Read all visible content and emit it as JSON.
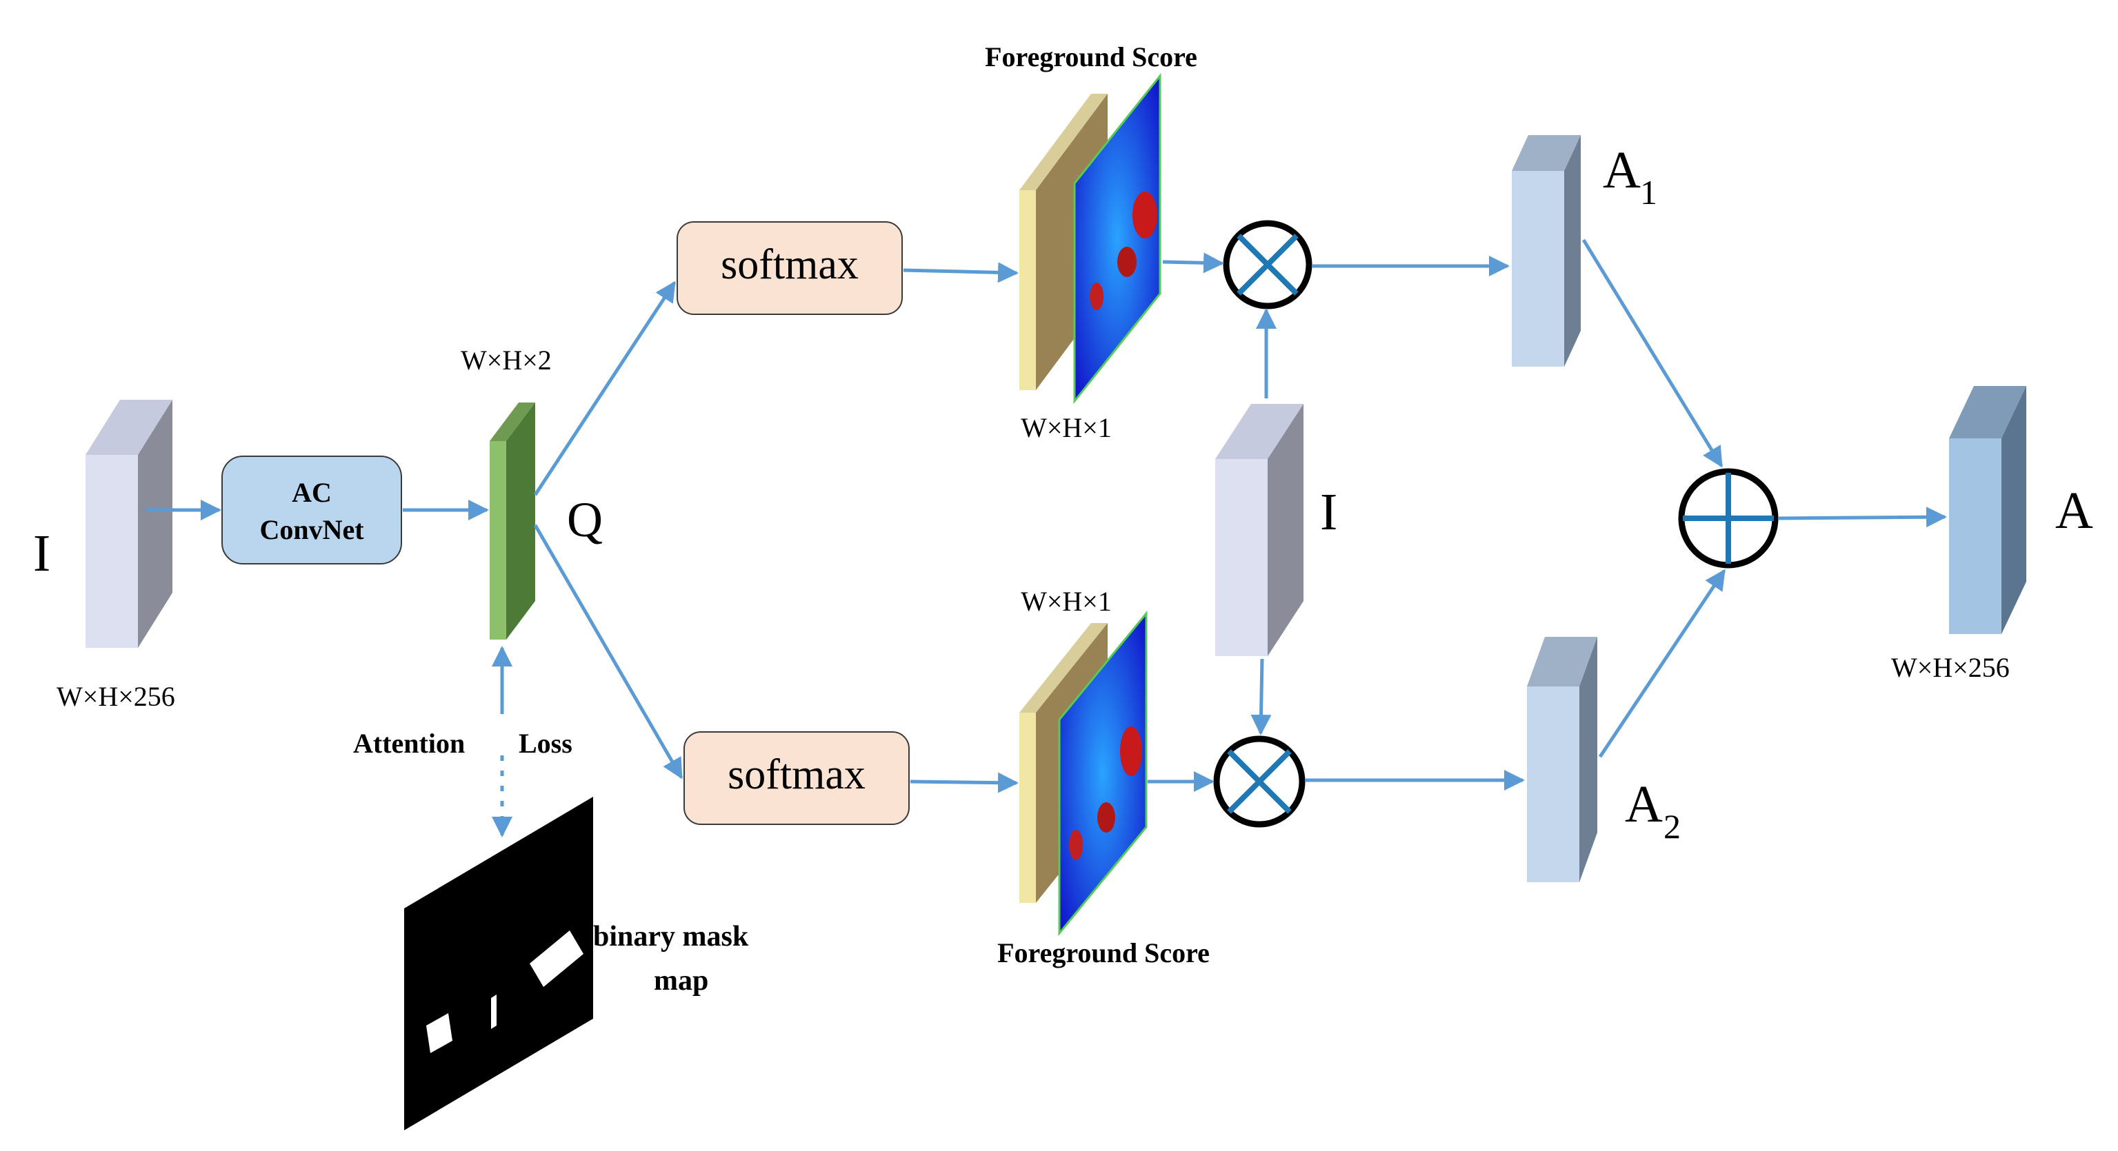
{
  "input": {
    "symbol": "I",
    "dims": "W×H×256"
  },
  "convnet": {
    "line1": "AC",
    "line2": "ConvNet"
  },
  "q": {
    "symbol": "Q",
    "dims": "W×H×2"
  },
  "attention_loss": {
    "word1": "Attention",
    "word2": "Loss"
  },
  "mask": {
    "line1": "binary mask",
    "line2": "map"
  },
  "softmax_top": "softmax",
  "softmax_bottom": "softmax",
  "score_top": {
    "title": "Foreground Score",
    "dims": "W×H×1"
  },
  "score_bottom": {
    "title": "Foreground Score",
    "dims": "W×H×1"
  },
  "middle_input": {
    "symbol": "I"
  },
  "a1": {
    "base": "A",
    "sub": "1"
  },
  "a2": {
    "base": "A",
    "sub": "2"
  },
  "output": {
    "symbol": "A",
    "dims": "W×H×256"
  },
  "colors": {
    "arrow": "#5b9bd5",
    "operator_stroke": "#000000",
    "operator_cross": "#1f78b4"
  }
}
